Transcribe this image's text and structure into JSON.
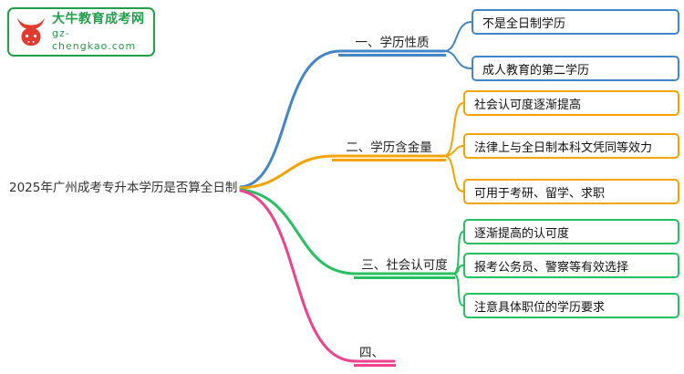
{
  "logo": {
    "site_name": "大牛教育成考网",
    "site_url": "gz-chengkao.com",
    "icon": "bull-icon"
  },
  "root": {
    "label": "2025年广州成考专升本学历是否算全日制"
  },
  "branches": [
    {
      "label": "一、学历性质",
      "color": "#4285c8",
      "children": [
        "不是全日制学历",
        "成人教育的第二学历"
      ]
    },
    {
      "label": "二、学历含金量",
      "color": "#f5a300",
      "children": [
        "社会认可度逐渐提高",
        "法律上与全日制本科文凭同等效力",
        "可用于考研、留学、求职"
      ]
    },
    {
      "label": "三、社会认可度",
      "color": "#25c160",
      "children": [
        "逐渐提高的认可度",
        "报考公务员、警察等有效选择",
        "注意具体职位的学历要求"
      ]
    },
    {
      "label": "四、",
      "color": "#f0418f",
      "children": []
    }
  ]
}
